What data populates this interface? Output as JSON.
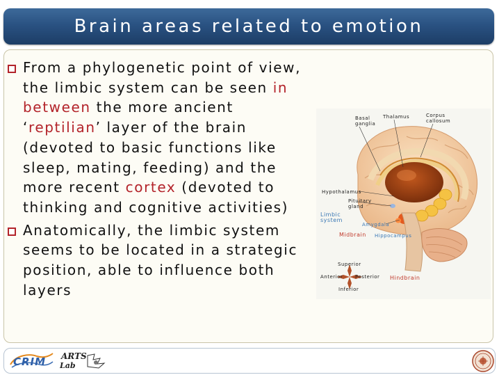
{
  "title": "Brain areas related to emotion",
  "bullets": [
    {
      "t1": "From a phylogenetic point of view, the limbic system can be seen ",
      "h1": "in between",
      "t2": " the more ancient ‘",
      "h2": "reptilian",
      "t3": "’ layer of the brain (devoted to basic functions like sleep, mating, feeding) and the more recent ",
      "h3": "cortex",
      "t4": " (devoted to thinking and cognitive activities)"
    },
    {
      "t1": "Anatomically, the limbic system seems to be located in a strategic position, able to influence both layers"
    }
  ],
  "figure": {
    "labels": {
      "basal_ganglia": "Basal\nganglia",
      "thalamus": "Thalamus",
      "corpus_callosum": "Corpus\ncallosum",
      "hypothalamus": "Hypothalamus",
      "pituitary": "Pituitary\ngland",
      "limbic": "Limbic\nsystem",
      "amygdala": "Amygdala",
      "midbrain": "Midbrain",
      "hippocampus": "Hippocampus",
      "superior": "Superior",
      "anterior": "Anterior",
      "posterior": "Posterior",
      "inferior": "Inferior",
      "hindbrain": "Hindbrain"
    }
  },
  "footer": {
    "logo_left": "CRIM",
    "logo_arts": "ARTS",
    "logo_arts_sub": "Lab"
  },
  "colors": {
    "title_bg": "#2a5282",
    "accent": "#b3232a",
    "limbic_label": "#3a78b5",
    "midbrain_label": "#c0392b"
  }
}
